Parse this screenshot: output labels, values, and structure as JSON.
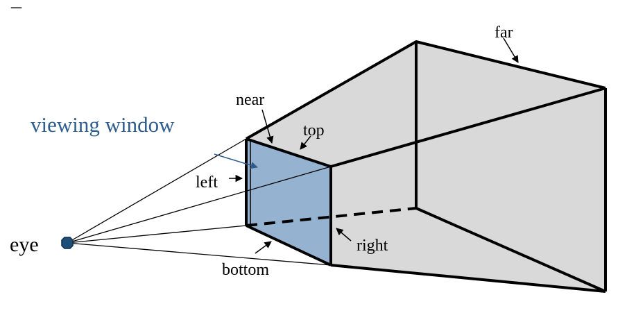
{
  "labels": {
    "top_cut": "_",
    "far": "far",
    "near": "near",
    "top": "top",
    "viewing_window": "viewing window",
    "left": "left",
    "eye": "eye",
    "right": "right",
    "bottom": "bottom"
  },
  "colors": {
    "frustum_fill": "#d9d9d9",
    "window_fill": "#95b3d1",
    "eye_fill": "#1f4e79",
    "viewing_window_text": "#2f5e8e",
    "line": "#000000"
  }
}
